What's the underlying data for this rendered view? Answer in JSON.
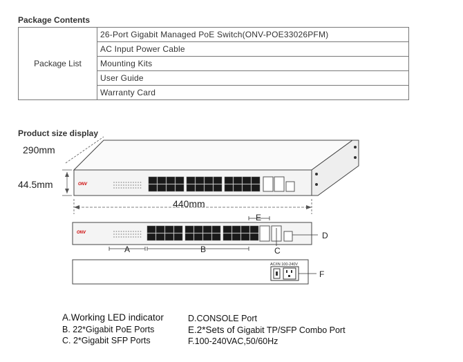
{
  "package": {
    "heading": "Package Contents",
    "label": "Package List",
    "items": [
      "26-Port Gigabit Managed PoE Switch(ONV-POE33026PFM)",
      "AC Input Power Cable",
      "Mounting Kits",
      "User Guide",
      "Warranty Card"
    ]
  },
  "product": {
    "heading": "Product size display",
    "depth": "290mm",
    "height": "44.5mm",
    "width": "440mm",
    "brand": "ONV",
    "power_label": "AC/IN 100-240V",
    "callouts": {
      "a": "A",
      "b": "B",
      "c": "C",
      "d": "D",
      "e": "E",
      "f": "F"
    }
  },
  "legend": {
    "a": "A.Working LED indicator",
    "b": "B. 22*Gigabit PoE Ports",
    "c": "C. 2*Gigabit SFP  Ports",
    "d": "D.CONSOLE Port",
    "e_prefix": "E.2*Sets of",
    "e_suffix": " Gigabit TP/SFP Combo Port",
    "f": "F.100-240VAC,50/60Hz"
  }
}
